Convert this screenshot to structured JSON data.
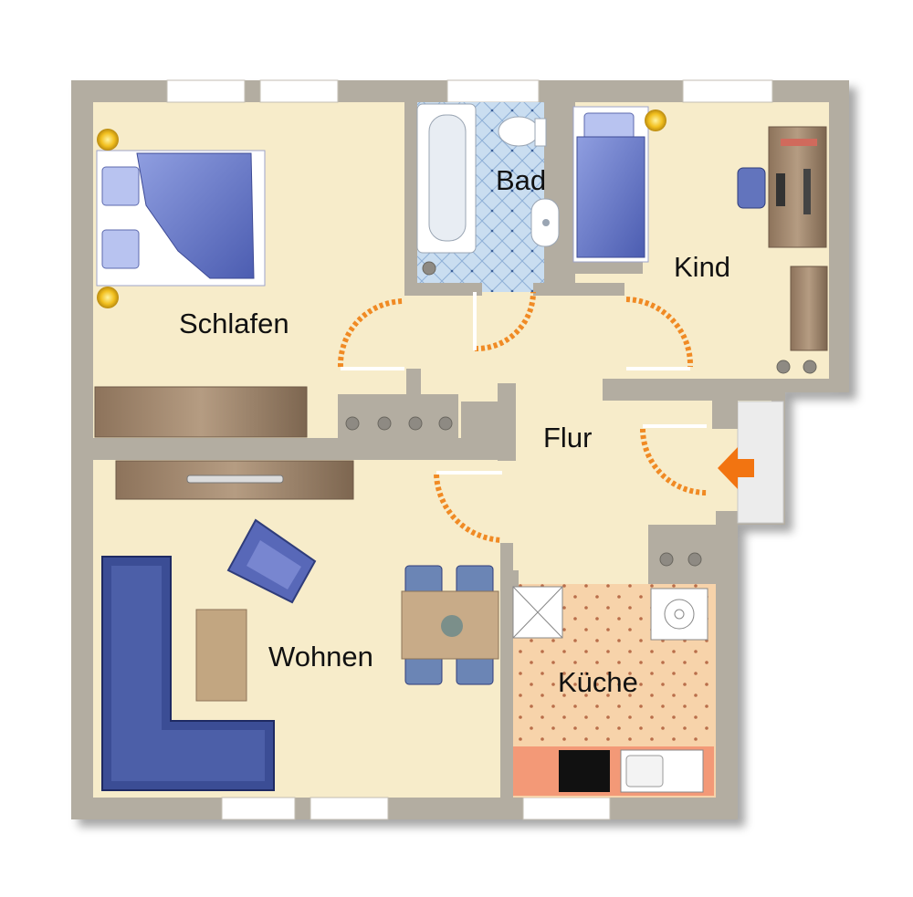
{
  "rooms": {
    "schlafen": "Schlafen",
    "bad": "Bad",
    "kind": "Kind",
    "flur": "Flur",
    "wohnen": "Wohnen",
    "kueche": "Küche"
  },
  "colors": {
    "wall": "#b3ada1",
    "floor": "#f7ecca",
    "bath_tile": "#c7dcf0",
    "kitchen_floor": "#f6d2a8",
    "furniture_blue": "#5a6fc0",
    "sofa_blue": "#3b4d95",
    "wood": "#9b8168",
    "door_arc": "#f08a24",
    "entrance_arrow": "#f27411"
  },
  "icons": {
    "entrance": "entrance-arrow-icon",
    "door": "door-swing-icon"
  }
}
